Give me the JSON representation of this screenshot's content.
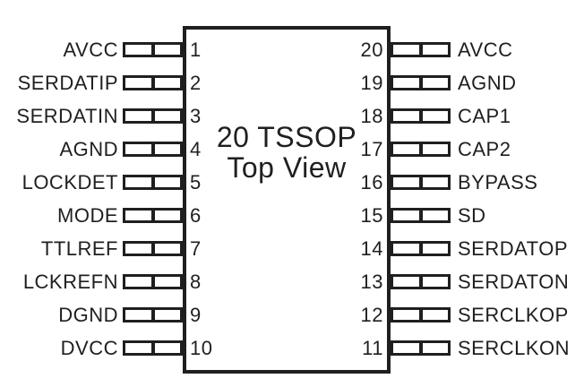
{
  "diagram": {
    "package_title_line1": "20 TSSOP",
    "package_title_line2": "Top View",
    "colors": {
      "line": "#1f1f1f",
      "background": "#ffffff"
    },
    "left_pins": [
      {
        "number": "1",
        "label": "AVCC"
      },
      {
        "number": "2",
        "label": "SERDATIP"
      },
      {
        "number": "3",
        "label": "SERDATIN"
      },
      {
        "number": "4",
        "label": "AGND"
      },
      {
        "number": "5",
        "label": "LOCKDET"
      },
      {
        "number": "6",
        "label": "MODE"
      },
      {
        "number": "7",
        "label": "TTLREF"
      },
      {
        "number": "8",
        "label": "LCKREFN"
      },
      {
        "number": "9",
        "label": "DGND"
      },
      {
        "number": "10",
        "label": "DVCC"
      }
    ],
    "right_pins": [
      {
        "number": "20",
        "label": "AVCC"
      },
      {
        "number": "19",
        "label": "AGND"
      },
      {
        "number": "18",
        "label": "CAP1"
      },
      {
        "number": "17",
        "label": "CAP2"
      },
      {
        "number": "16",
        "label": "BYPASS"
      },
      {
        "number": "15",
        "label": "SD"
      },
      {
        "number": "14",
        "label": "SERDATOP"
      },
      {
        "number": "13",
        "label": "SERDATON"
      },
      {
        "number": "12",
        "label": "SERCLKOP"
      },
      {
        "number": "11",
        "label": "SERCLKON"
      }
    ]
  }
}
